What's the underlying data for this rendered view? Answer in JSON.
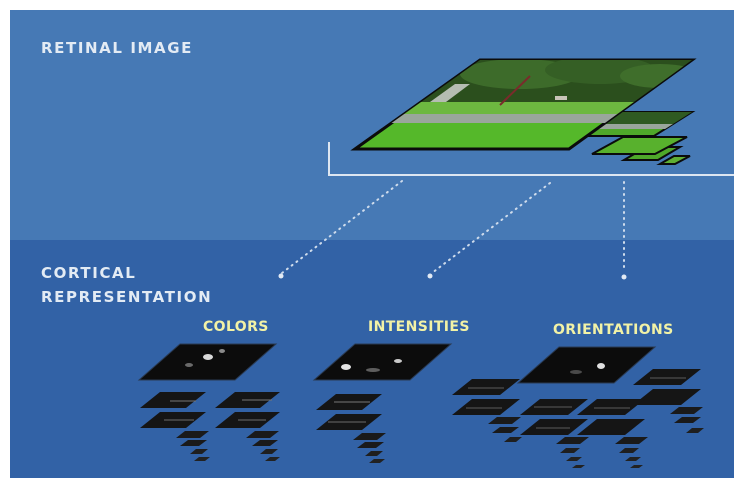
{
  "labels": {
    "retinal_image": "RETINAL IMAGE",
    "cortical_line1": "CORTICAL",
    "cortical_line2": "REPRESENTATION"
  },
  "features": [
    {
      "id": "colors",
      "label": "COLORS"
    },
    {
      "id": "intensities",
      "label": "INTENSITIES"
    },
    {
      "id": "orientations",
      "label": "ORIENTATIONS"
    }
  ],
  "colors": {
    "top_panel": "#4679b5",
    "bottom_panel": "#3262a6",
    "label_text": "#e3ebf4",
    "feature_heading": "#f2f2a6",
    "grass": "#55b82a",
    "hedge": "#2b4f1d",
    "path": "#9aa69c",
    "feature_map": "#0c0c0c",
    "connector": "#cfdcec"
  }
}
